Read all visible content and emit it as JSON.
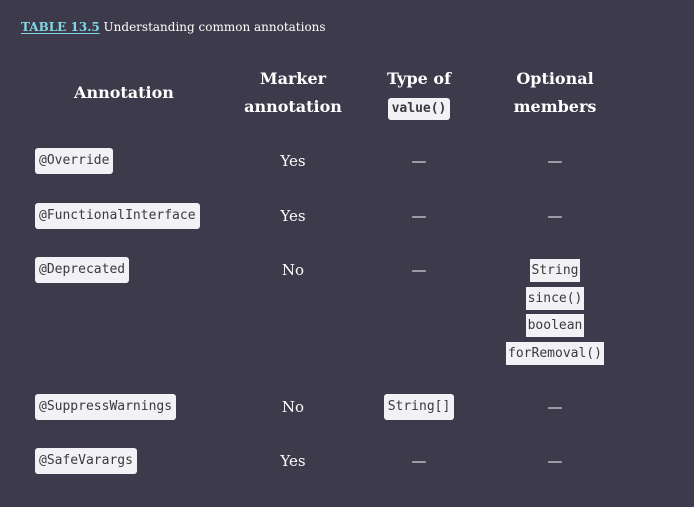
{
  "caption": {
    "label": "TABLE 13.5",
    "text": "Understanding common annotations"
  },
  "headers": {
    "annotation": "Annotation",
    "marker_line1": "Marker",
    "marker_line2": "annotation",
    "type_line1": "Type of",
    "type_code": "value()",
    "optional_line1": "Optional",
    "optional_line2": "members"
  },
  "rows": [
    {
      "annotation": "@Override",
      "marker": "Yes",
      "type": "—",
      "optional": "—"
    },
    {
      "annotation": "@FunctionalInterface",
      "marker": "Yes",
      "type": "—",
      "optional": "—"
    },
    {
      "annotation": "@Deprecated",
      "marker": "No",
      "type": "—",
      "optional_lines": [
        "String",
        "since()",
        "boolean",
        "forRemoval()"
      ]
    },
    {
      "annotation": "@SuppressWarnings",
      "marker": "No",
      "type": "String[]",
      "optional": "—"
    },
    {
      "annotation": "@SafeVarargs",
      "marker": "Yes",
      "type": "—",
      "optional": "—"
    }
  ]
}
